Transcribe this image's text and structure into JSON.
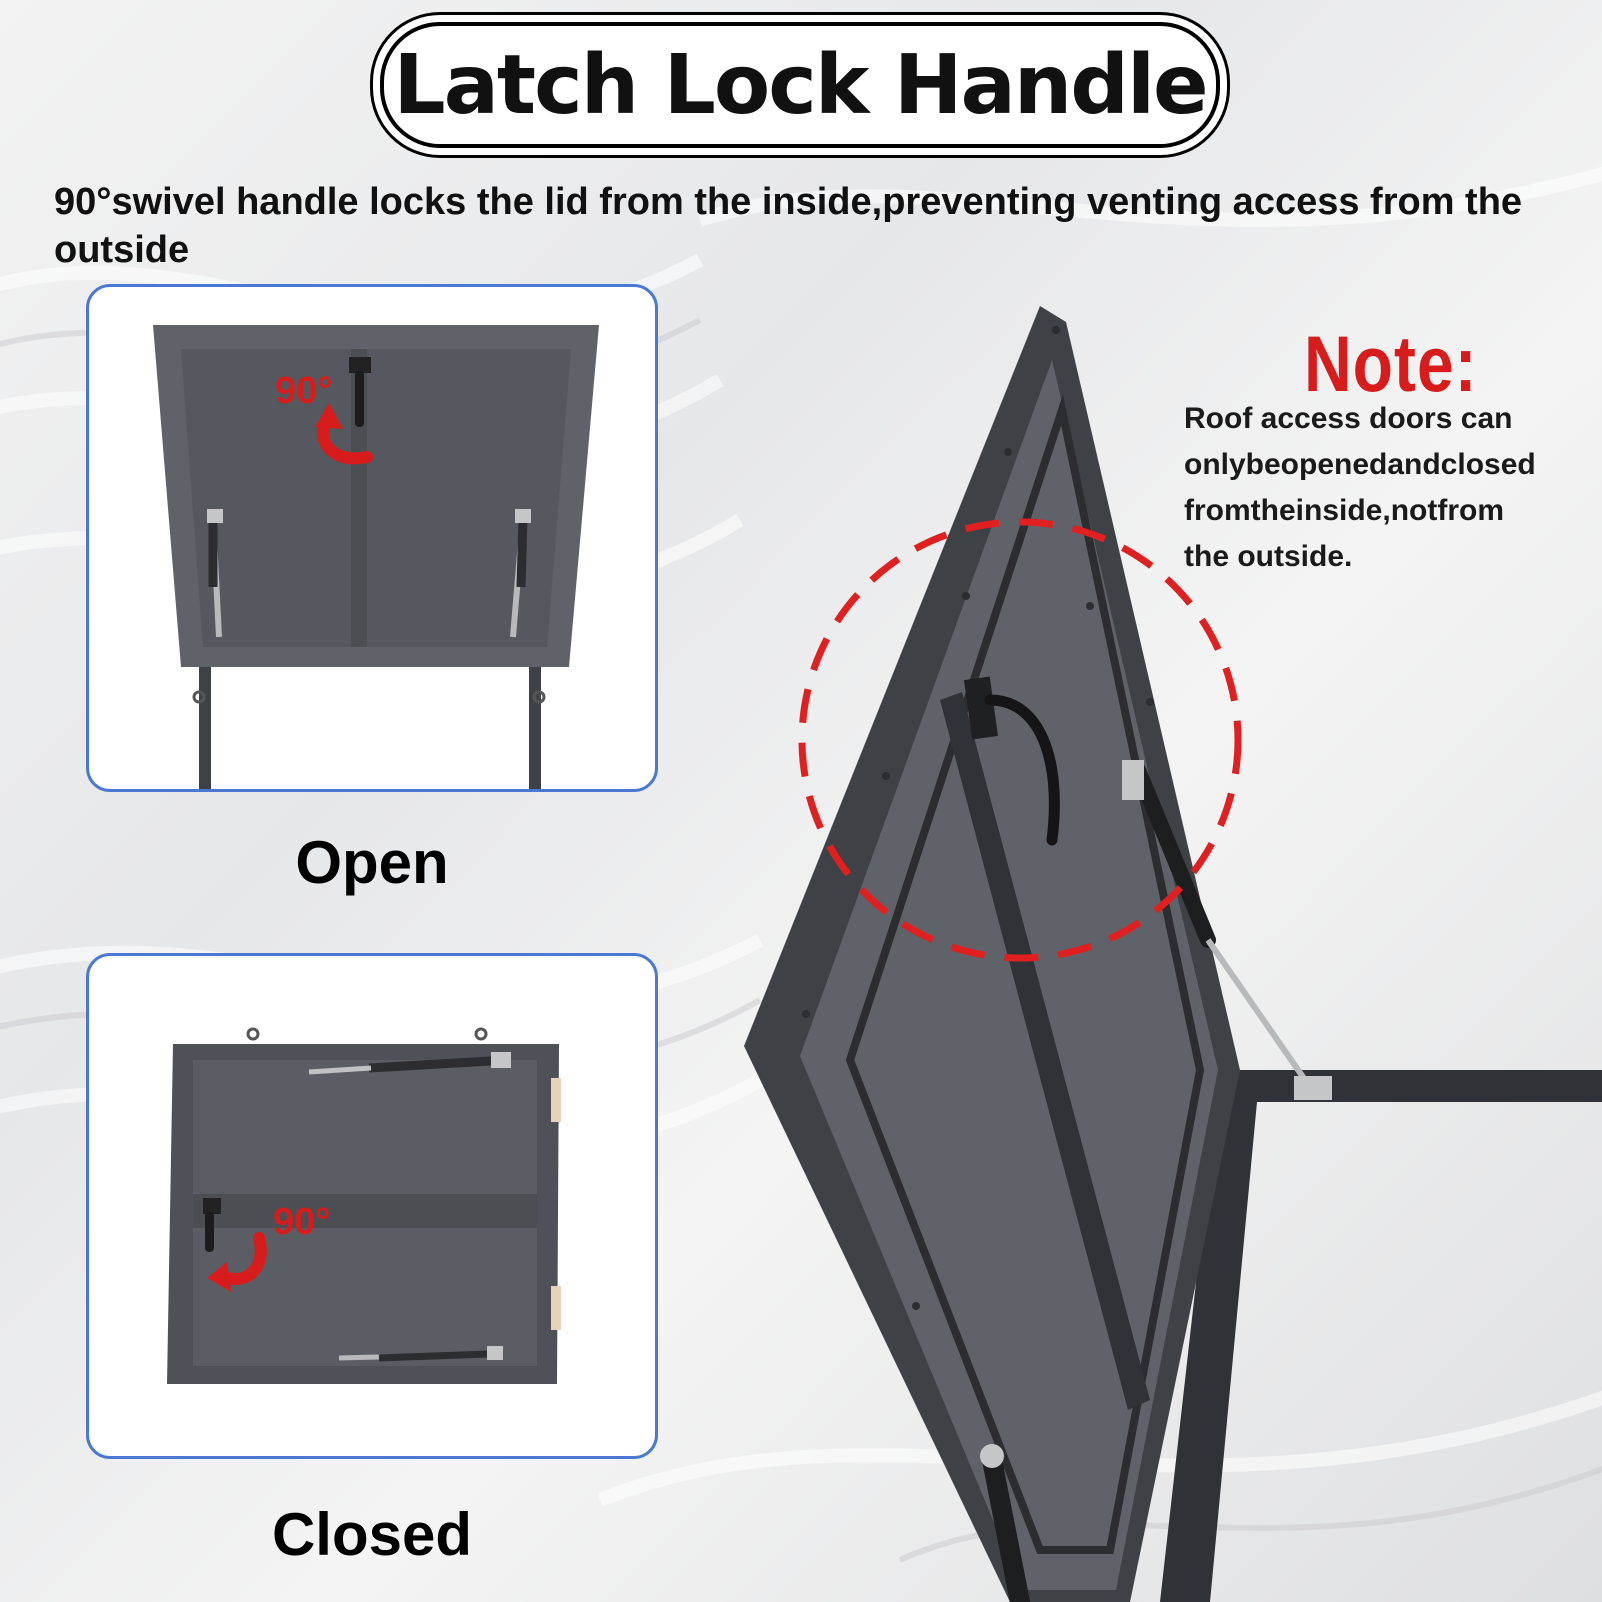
{
  "title": "Latch Lock Handle",
  "subtitle": "90°swivel handle locks the lid from the inside,preventing venting access from the outside",
  "panels": {
    "open": {
      "degree_label": "90°",
      "caption": "Open"
    },
    "closed": {
      "degree_label": "90°",
      "caption": "Closed"
    }
  },
  "note": {
    "title": "Note:",
    "lines": [
      "Roof access doors can",
      "onlybeopenedandclosed",
      "fromtheinside,notfrom",
      "the outside."
    ]
  },
  "colors": {
    "accent_red": "#d81c1c",
    "panel_border": "#4a78d4",
    "door_gray": "#5a5d63",
    "frame_dark": "#3e4146"
  },
  "icons": [
    "curved-arrow-icon",
    "dashed-highlight-circle"
  ]
}
